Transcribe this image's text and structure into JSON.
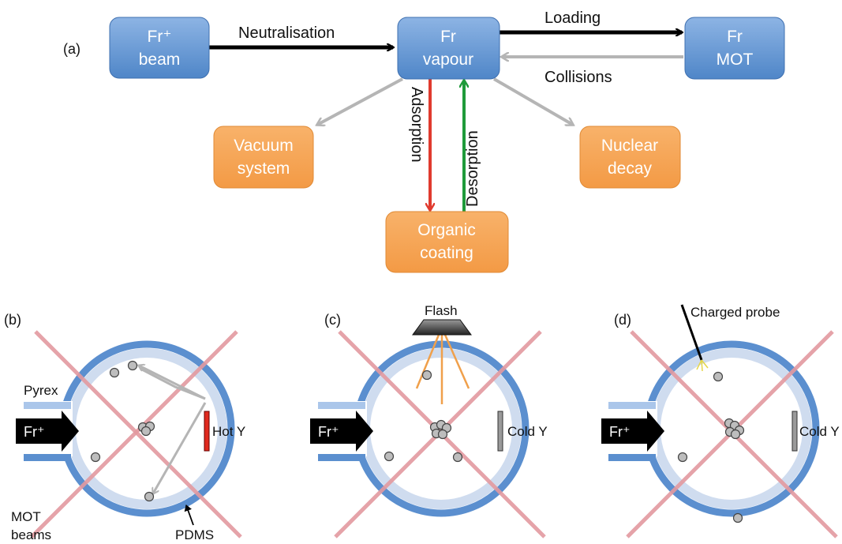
{
  "panel_a": {
    "label": "(a)",
    "boxes": {
      "fr_beam": [
        "Fr⁺",
        "beam"
      ],
      "fr_vapour": [
        "Fr",
        "vapour"
      ],
      "fr_mot": [
        "Fr",
        "MOT"
      ],
      "vacuum": [
        "Vacuum",
        "system"
      ],
      "nuclear": [
        "Nuclear",
        "decay"
      ],
      "organic": [
        "Organic",
        "coating"
      ]
    },
    "arrows": {
      "neutralisation": "Neutralisation",
      "loading": "Loading",
      "collisions": "Collisions",
      "adsorption": "Adsorption",
      "desorption": "Desorption"
    }
  },
  "panel_b": {
    "label": "(b)",
    "pyrex": "Pyrex",
    "beam": "Fr⁺",
    "target": "Hot Y",
    "mot_line1": "MOT",
    "mot_line2": "beams",
    "pdms": "PDMS"
  },
  "panel_c": {
    "label": "(c)",
    "flash": "Flash",
    "beam": "Fr⁺",
    "target": "Cold Y"
  },
  "panel_d": {
    "label": "(d)",
    "probe": "Charged probe",
    "beam": "Fr⁺",
    "target": "Cold Y"
  },
  "colors": {
    "blue_box": "#5b8fcf",
    "orange_box": "#f5a04f",
    "red_arrow": "#e03a2e",
    "green_arrow": "#1f9a3a",
    "grey_arrow": "#b5b5b5",
    "cross": "#e39aa0",
    "cell_outer": "#5b8fcf",
    "cell_inner": "#cfdcef"
  }
}
